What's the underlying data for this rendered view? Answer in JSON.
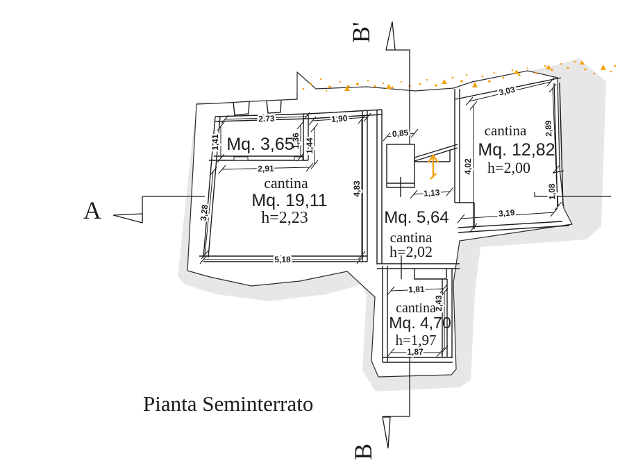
{
  "title": "Pianta Seminterrato",
  "markers": {
    "a": "A",
    "b": "B",
    "b_prime": "B'"
  },
  "rooms": {
    "small": {
      "area": "Mq. 3,65"
    },
    "main": {
      "name": "cantina",
      "area": "Mq. 19,11",
      "height": "h=2,23"
    },
    "middle": {
      "area": "Mq. 5,64",
      "name": "cantina",
      "height": "h=2,02"
    },
    "right": {
      "name": "cantina",
      "area": "Mq. 12,82",
      "height": "h=2,00"
    },
    "bottom": {
      "name": "cantina",
      "area": "Mq. 4,70",
      "height": "h=1,97"
    }
  },
  "dimensions": {
    "small_top": "2.73",
    "small_left": "1,41",
    "small_right": "1,36",
    "alcove": "1,44",
    "top_right": "1,90",
    "small_bottom": "2,91",
    "main_left": "3,28",
    "main_right": "4,83",
    "main_bottom": "5,18",
    "shaft_width": "0,85",
    "stair_width": "1,13",
    "right_left": "4,02",
    "right_top": "3,03",
    "right_side": "2,89",
    "right_side_low": "1,08",
    "right_bottom": "3,19",
    "bottom_top": "1,81",
    "bottom_side": "2,43",
    "bottom_bottom": "1,87"
  },
  "colors": {
    "accent_yellow": "#f2a20d",
    "shadow_gray": "#e7e7e7",
    "line": "#1c1c1c"
  }
}
